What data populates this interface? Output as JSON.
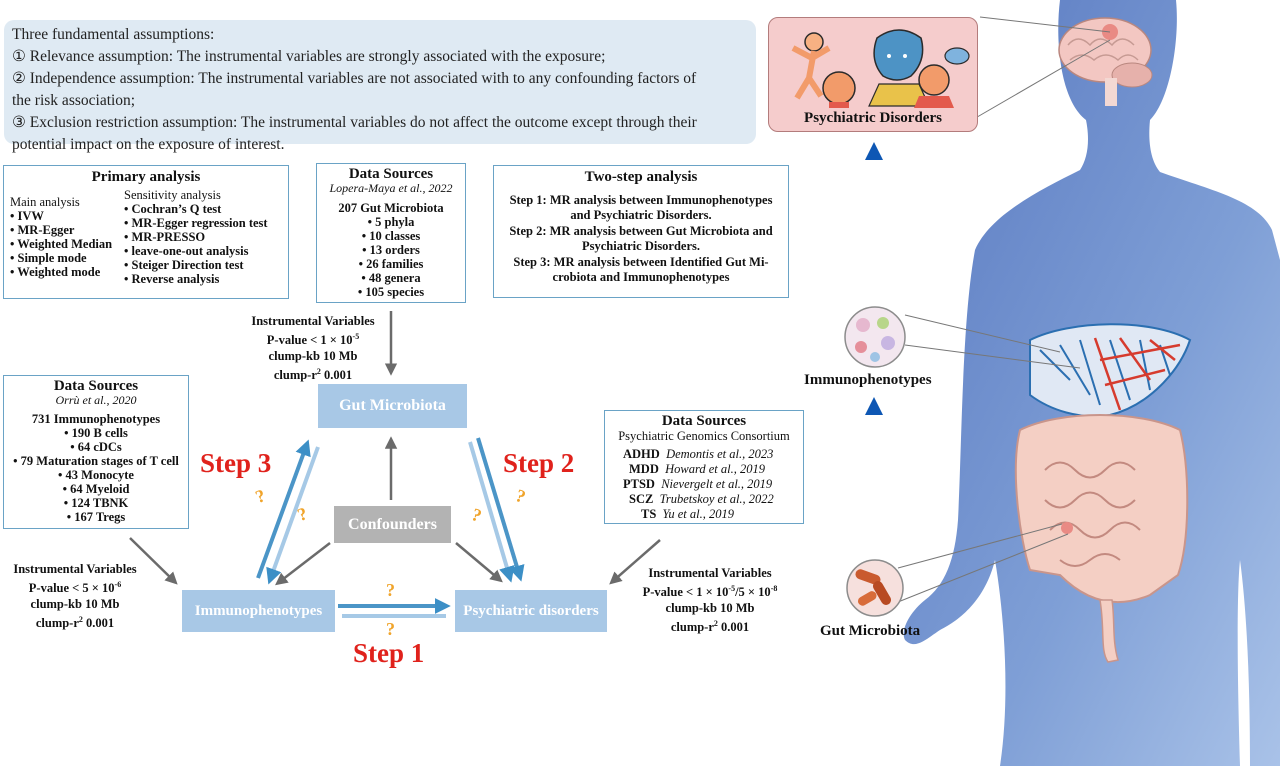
{
  "assumptions": {
    "title": "Three fundamental assumptions:",
    "lines": [
      "① Relevance assumption: The instrumental variables are strongly associated with the exposure;",
      "② Independence assumption: The instrumental variables are not associated with to any confounding factors of",
      "the risk association;",
      "③ Exclusion restriction assumption: The instrumental variables do not affect the outcome except through their",
      "potential impact on the exposure of interest."
    ]
  },
  "primary": {
    "title": "Primary analysis",
    "main_title": "Main analysis",
    "main": [
      "• IVW",
      "• MR-Egger",
      "• Weighted Median",
      "• Simple mode",
      "• Weighted mode"
    ],
    "sens_title": "Sensitivity analysis",
    "sens": [
      "• Cochran’s Q test",
      "• MR-Egger regression test",
      "• MR-PRESSO",
      "• leave-one-out analysis",
      "• Steiger Direction test",
      "• Reverse analysis"
    ]
  },
  "gut_sources": {
    "title": "Data Sources",
    "cite": "Lopera-Maya et al., 2022",
    "head": "207 Gut Microbiota",
    "items": [
      "• 5 phyla",
      "• 10 classes",
      "• 13 orders",
      "• 26 families",
      "• 48 genera",
      "• 105 species"
    ]
  },
  "two_step": {
    "title": "Two-step analysis",
    "steps": [
      "Step 1: MR analysis between Immunophenotypes and Psychiatric Disorders.",
      "Step 2: MR analysis between Gut Microbiota and Psychiatric Disorders.",
      "Step 3: MR analysis between Identified Gut Mi-crobiota and Immunophenotypes"
    ]
  },
  "immune_sources": {
    "title": "Data Sources",
    "cite": "Orrù et al., 2020",
    "head": "731 Immunophenotypes",
    "items": [
      "• 190 B cells",
      "• 64 cDCs",
      "• 79 Maturation stages of T cell",
      "• 43 Monocyte",
      "• 64 Myeloid",
      "• 124 TBNK",
      "• 167 Tregs"
    ]
  },
  "psych_sources": {
    "title": "Data Sources",
    "org": "Psychiatric Genomics Consortium",
    "rows": [
      {
        "abbr": "ADHD",
        "cite": "Demontis et al., 2023"
      },
      {
        "abbr": "MDD",
        "cite": "Howard et al., 2019"
      },
      {
        "abbr": "PTSD",
        "cite": "Nievergelt et al., 2019"
      },
      {
        "abbr": "SCZ",
        "cite": "Trubetskoy et al., 2022"
      },
      {
        "abbr": "TS",
        "cite": "Yu  et al., 2019"
      }
    ]
  },
  "iv_gut": {
    "title": "Instrumental Variables",
    "p_pre": "P-value < 1 × 10",
    "p_exp": "-5",
    "kb": "clump-kb 10 Mb",
    "r_pre": "clump-r",
    "r_exp": "2",
    "r_post": " 0.001"
  },
  "iv_immune": {
    "title": "Instrumental Variables",
    "p_pre": "P-value < 5 × 10",
    "p_exp": "-6",
    "kb": "clump-kb 10 Mb",
    "r_pre": "clump-r",
    "r_exp": "2",
    "r_post": " 0.001"
  },
  "iv_psych": {
    "title": "Instrumental Variables",
    "p_pre": "P-value < 1 × 10",
    "p_exp": "-5",
    "p_mid": "/5 × 10",
    "p_exp2": "-8",
    "kb": "clump-kb 10 Mb",
    "r_pre": "clump-r",
    "r_exp": "2",
    "r_post": " 0.001"
  },
  "nodes": {
    "gut": "Gut Microbiota",
    "confounders": "Confounders",
    "immuno": "Immunophenotypes",
    "psych": "Psychiatric disorders"
  },
  "steps": {
    "s1": "Step 1",
    "s2": "Step 2",
    "s3": "Step 3"
  },
  "qmark": "?",
  "body_labels": {
    "psych": "Psychiatric Disorders",
    "immuno": "Immunophenotypes",
    "gut": "Gut Microbiota"
  },
  "colors": {
    "node": "#a8c8e6",
    "confounders": "#b3b3b3",
    "arrow_blue": "#3c8fc6",
    "step": "#e0221c",
    "question": "#f0a42b",
    "body": "#6f8fc9"
  }
}
